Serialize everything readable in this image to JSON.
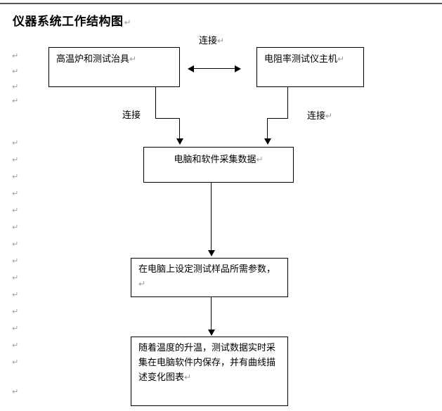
{
  "document": {
    "title": "仪器系统工作结构图",
    "title_paragraph_mark": "↵",
    "paragraph_mark": "↵"
  },
  "margin_marks": {
    "symbol": "↵",
    "positions_y": [
      74,
      96,
      118,
      138,
      198,
      222,
      246,
      270,
      294,
      318,
      342,
      366,
      390,
      414,
      438,
      462,
      486,
      510,
      552
    ]
  },
  "flowchart": {
    "boxes": [
      {
        "id": "furnace-fixture",
        "text": "高温炉和测试治具",
        "paragraph_mark": "↵",
        "align": "left"
      },
      {
        "id": "resistivity-tester-host",
        "text": "电阻率测试仪主机",
        "paragraph_mark": "↵",
        "align": "left"
      },
      {
        "id": "computer-software-acquisition",
        "text": "电脑和软件采集数据",
        "paragraph_mark": "↵",
        "align": "center"
      },
      {
        "id": "set-parameters",
        "text": "在电脑上设定测试样品所需参数，",
        "paragraph_mark": "↵",
        "align": "left"
      },
      {
        "id": "realtime-acquire-save",
        "text": "随着温度的升温，测试数据实时采集在电脑软件内保存，并有曲线描述变化图表",
        "paragraph_mark": "↵",
        "align": "left"
      }
    ],
    "connector_labels": [
      {
        "id": "label-top-connect",
        "text": "连接",
        "paragraph_mark": "↵"
      },
      {
        "id": "label-left-connect",
        "text": "连接",
        "paragraph_mark": "↵"
      },
      {
        "id": "label-right-connect",
        "text": "连接",
        "paragraph_mark": "↵"
      }
    ]
  },
  "colors": {
    "line": "#000000",
    "rule": "#555555",
    "mark": "#9a9a9a",
    "background": "#ffffff"
  }
}
